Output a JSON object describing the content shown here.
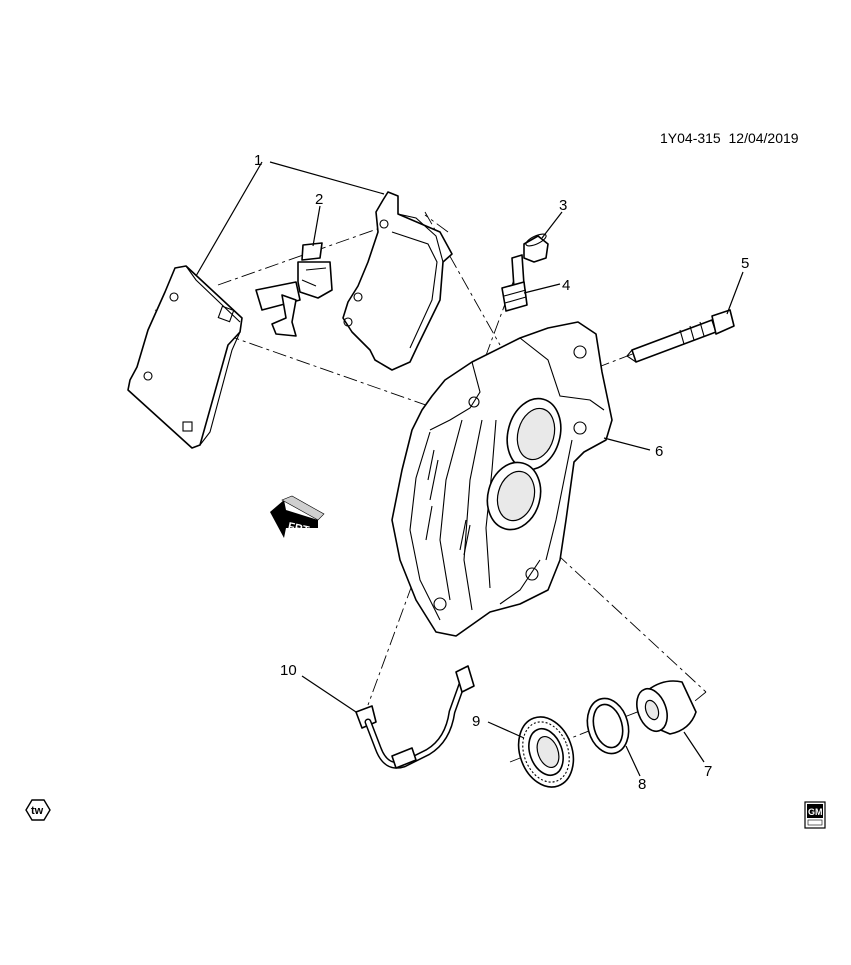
{
  "header": {
    "reference": "1Y04-315  12/04/2019"
  },
  "callouts": [
    "1",
    "2",
    "3",
    "4",
    "5",
    "6",
    "7",
    "8",
    "9",
    "10"
  ],
  "badges": {
    "frt": "FRT",
    "tw": "tw",
    "gm": "GM"
  },
  "icons": {
    "brake-pad": "brake-pad-icon",
    "pad-clip": "pad-clip-icon",
    "bleeder-cap": "bleeder-cap-icon",
    "bleeder-valve": "bleeder-valve-icon",
    "caliper-bolt": "caliper-bolt-icon",
    "caliper": "caliper-icon",
    "piston": "piston-icon",
    "seal": "piston-seal-icon",
    "boot": "piston-boot-icon",
    "brake-pipe": "brake-pipe-icon",
    "front-arrow": "front-arrow-icon"
  }
}
